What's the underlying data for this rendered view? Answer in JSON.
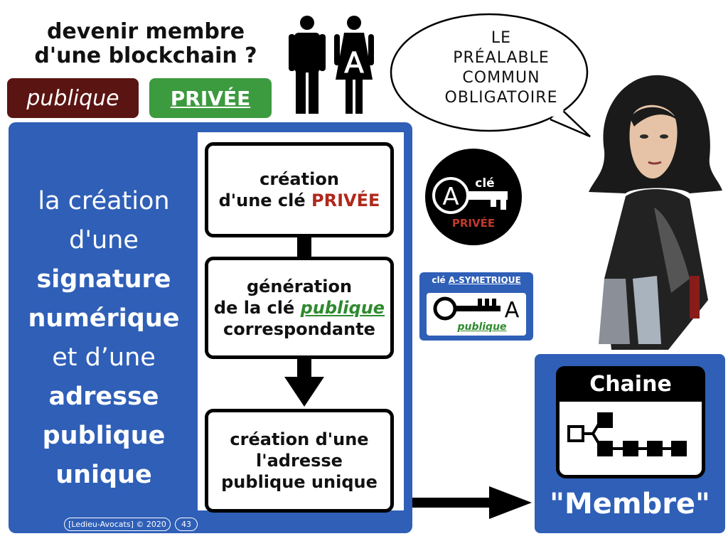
{
  "header": {
    "title_line1": "devenir membre",
    "title_line2": "d'une blockchain ?",
    "tag_public": "publique",
    "tag_private": "PRIVÉE"
  },
  "left_panel": {
    "line1": "la création",
    "line2": "d'une",
    "line3": "signature",
    "line4": "numérique",
    "line5": "et d’une",
    "line6": "adresse",
    "line7": "publique",
    "line8": "unique"
  },
  "steps": {
    "step1_line1": "création",
    "step1_line2": "d'une clé ",
    "step1_highlight": "PRIVÉE",
    "step2_line1": "génération",
    "step2_line2": "de la clé ",
    "step2_highlight": "publique",
    "step2_line3": "correspondante",
    "step3_line1": "création d'une",
    "step3_line2": "l'adresse",
    "step3_line3": "publique unique"
  },
  "bubble": {
    "line1": "LE",
    "line2": "PRÉALABLE",
    "line3": "COMMUN",
    "line4": "OBLIGATOIRE"
  },
  "private_key_icon": {
    "word_top": "clé",
    "word_bottom": "PRIVÉE",
    "letter": "A"
  },
  "public_key_badge": {
    "title_prefix": "clé ",
    "title_main": "A-SYMETRIQUE",
    "word": "publique",
    "letter": "A"
  },
  "chain": {
    "title": "Chaine",
    "member_label": "\"Membre\""
  },
  "footer": {
    "copyright": "[Ledieu-Avocats] © 2020",
    "page": "43"
  },
  "colors": {
    "panel_blue": "#2f5fb7",
    "maroon": "#5a1411",
    "green": "#3c9a3f",
    "red_accent": "#b0281c"
  }
}
